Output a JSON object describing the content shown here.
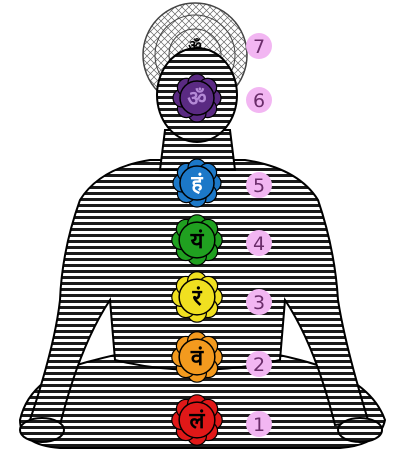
{
  "chakras": [
    {
      "number": "7",
      "symbol": "ॐ",
      "color": "#ffffff",
      "symbol_color": "#000000"
    },
    {
      "number": "6",
      "symbol": "ॐ",
      "color": "#5a2a82",
      "symbol_color": "#b48ad6"
    },
    {
      "number": "5",
      "symbol": "हं",
      "color": "#1c78c8",
      "symbol_color": "#ffffff"
    },
    {
      "number": "4",
      "symbol": "यं",
      "color": "#20a020",
      "symbol_color": "#000000"
    },
    {
      "number": "3",
      "symbol": "रं",
      "color": "#f0e020",
      "symbol_color": "#000000"
    },
    {
      "number": "2",
      "symbol": "वं",
      "color": "#f39a1e",
      "symbol_color": "#000000"
    },
    {
      "number": "1",
      "symbol": "लं",
      "color": "#e01818",
      "symbol_color": "#000000"
    }
  ],
  "colors": {
    "badge": "#f2b6f2",
    "badge_text": "#6a2c6a",
    "body_stripe": "#1a1a1a",
    "crown_line": "#555555"
  }
}
